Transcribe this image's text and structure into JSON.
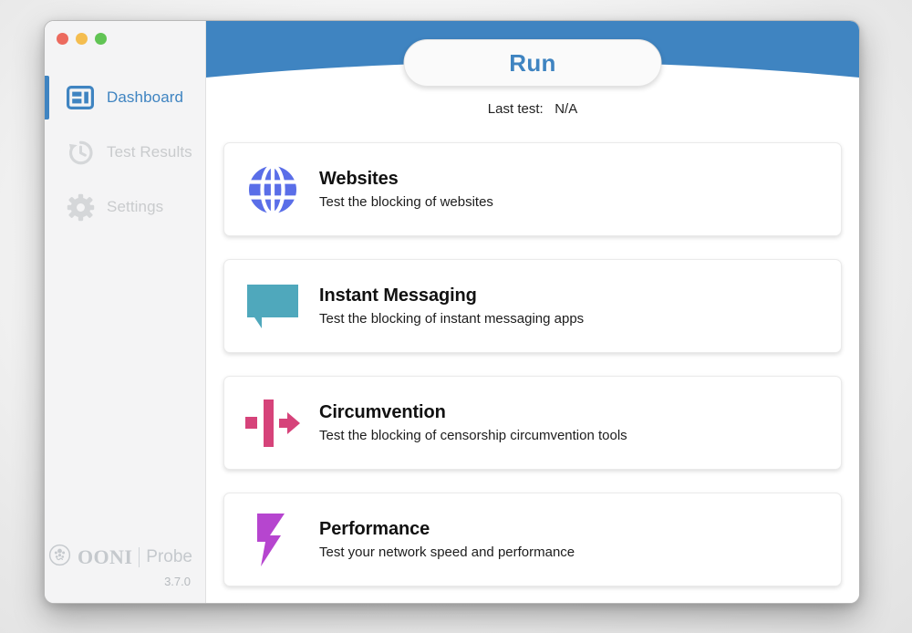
{
  "window": {
    "traffic_lights": [
      {
        "name": "close",
        "color": "#ec6a5e"
      },
      {
        "name": "minimize",
        "color": "#f4bd4f"
      },
      {
        "name": "zoom",
        "color": "#61c454"
      }
    ]
  },
  "sidebar": {
    "items": [
      {
        "label": "Dashboard",
        "icon": "dashboard-icon",
        "active": true
      },
      {
        "label": "Test Results",
        "icon": "history-clock-icon",
        "active": false
      },
      {
        "label": "Settings",
        "icon": "gear-icon",
        "active": false
      }
    ],
    "footer": {
      "wordmark": "OONI",
      "product": "Probe",
      "version": "3.7.0"
    }
  },
  "header": {
    "run_label": "Run",
    "last_test_label": "Last test:",
    "last_test_value": "N/A",
    "band_color": "#3f84c1",
    "accent_color": "#3f84c1"
  },
  "cards": [
    {
      "title": "Websites",
      "desc": "Test the blocking of websites",
      "icon": "globe-icon",
      "color": "#5a6ee8"
    },
    {
      "title": "Instant Messaging",
      "desc": "Test the blocking of instant messaging apps",
      "icon": "chat-bubble-icon",
      "color": "#4fa8bc"
    },
    {
      "title": "Circumvention",
      "desc": "Test the blocking of censorship circumvention tools",
      "icon": "circumvention-arrow-icon",
      "color": "#d6437a"
    },
    {
      "title": "Performance",
      "desc": "Test your network speed and performance",
      "icon": "lightning-bolt-icon",
      "color": "#b645cf"
    }
  ]
}
